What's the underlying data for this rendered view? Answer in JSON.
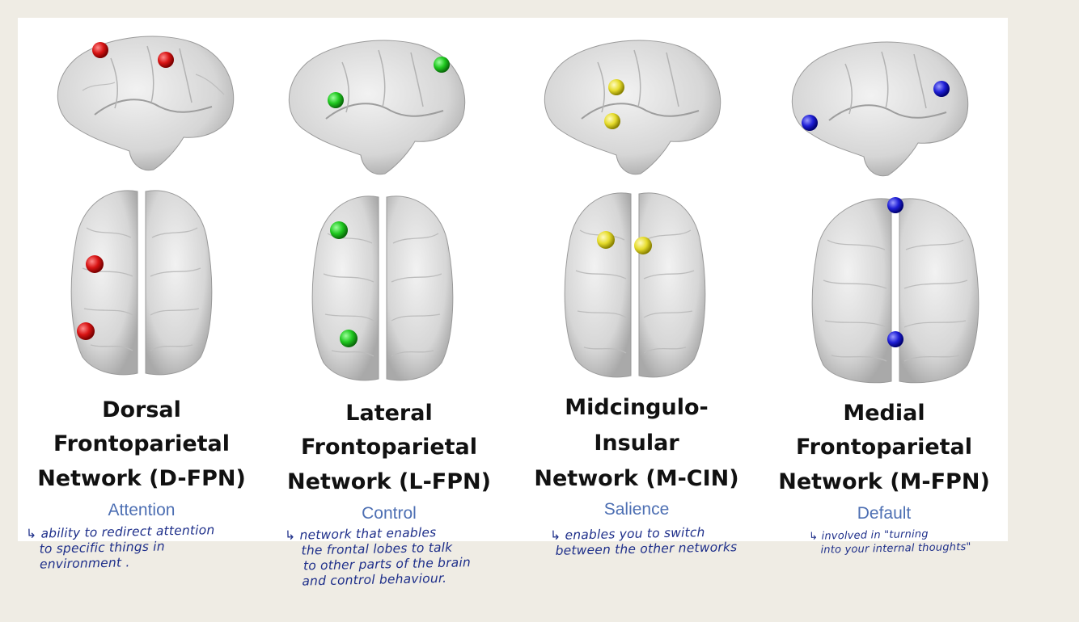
{
  "colors": {
    "dorsal_dots": "#d81414",
    "lateral_dots": "#1fc81f",
    "midcingulo_dots": "#e6dc2c",
    "medial_dots": "#1f1fd6",
    "subtitle_text": "#4d6fb3",
    "handwriting": "#1e2f8a"
  },
  "networks": [
    {
      "title_lines": [
        "Dorsal",
        "Frontoparietal",
        "Network (D-FPN)"
      ],
      "subtitle": "Attention",
      "note_lines": [
        "↳ ability to redirect attention",
        "to specific things in",
        "environment ."
      ]
    },
    {
      "title_lines": [
        "Lateral",
        "Frontoparietal",
        "Network (L-FPN)"
      ],
      "subtitle": "Control",
      "note_lines": [
        "↳ network that enables",
        "the frontal lobes to talk",
        "to other parts of the brain",
        "and control behaviour."
      ]
    },
    {
      "title_lines": [
        "Midcingulo-",
        "Insular",
        "Network (M-CIN)"
      ],
      "subtitle": "Salience",
      "note_lines": [
        "↳ enables you to switch",
        "between the other networks"
      ]
    },
    {
      "title_lines": [
        "Medial",
        "Frontoparietal",
        "Network (M-FPN)"
      ],
      "subtitle": "Default",
      "note_lines": [
        "↳ involved in \"turning",
        "into your internal thoughts\""
      ]
    }
  ]
}
